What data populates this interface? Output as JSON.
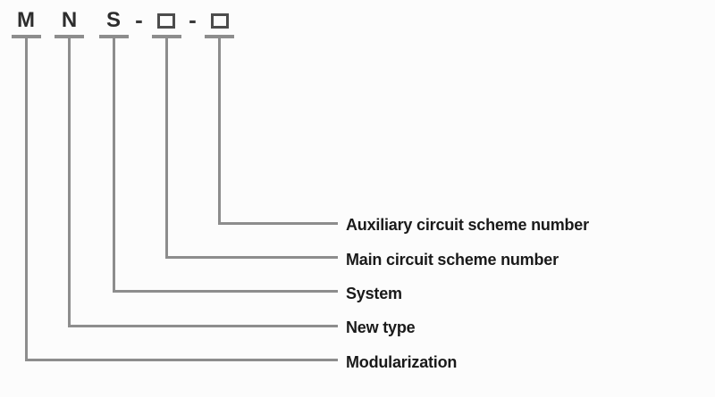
{
  "code": {
    "letters": [
      "M",
      "N",
      "S"
    ],
    "dash": "-",
    "placeholder_boxes": 2
  },
  "labels": {
    "auxiliary": "Auxiliary circuit scheme number",
    "main": "Main circuit scheme number",
    "system": "System",
    "new_type": "New type",
    "modularization": "Modularization"
  },
  "colors": {
    "background": "#fcfcfc",
    "line_gray": "#8d8d8d",
    "symbol_dark": "#2d2d2d",
    "box_border": "#4c4c4c",
    "label_text": "#1a1a1a"
  }
}
